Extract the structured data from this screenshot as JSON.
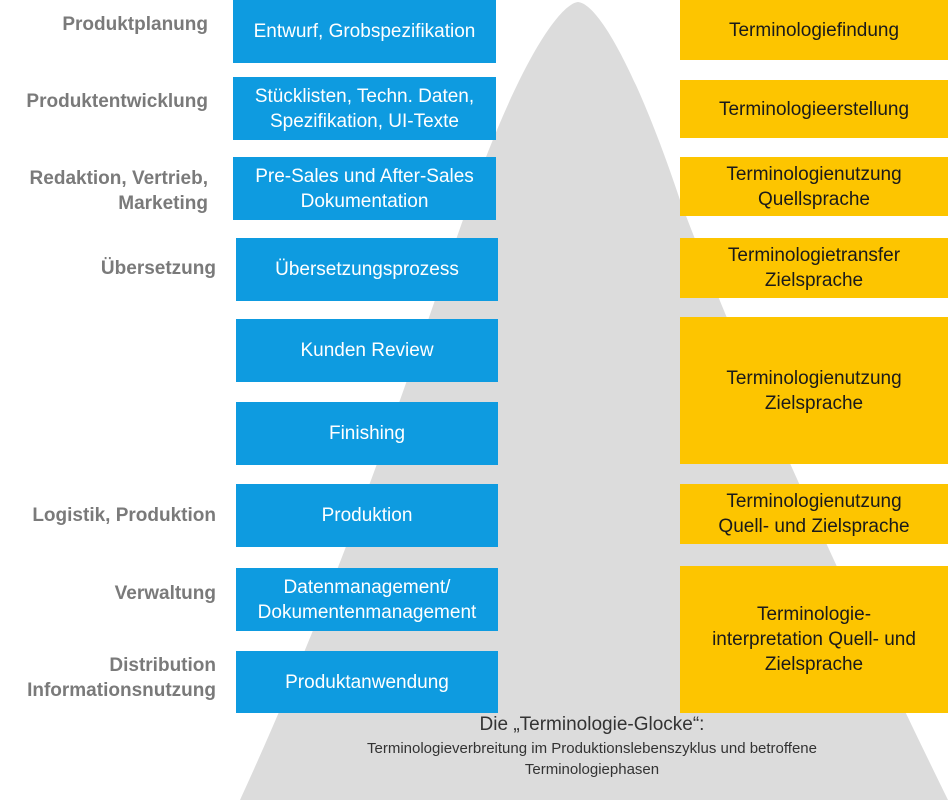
{
  "colors": {
    "blue": "#0e9be0",
    "yellow": "#fdc500",
    "bell": "#dcdcdc",
    "label": "#7a7a7a"
  },
  "phases": [
    "Produktplanung",
    "Produktentwicklung",
    "Redaktion, Vertrieb,\nMarketing",
    "Übersetzung",
    "Logistik, Produktion",
    "Verwaltung",
    "Distribution\nInformationsnutzung"
  ],
  "processes": [
    "Entwurf, Grobspezifikation",
    "Stücklisten, Techn. Daten,\nSpezifikation, UI-Texte",
    "Pre-Sales und After-Sales\nDokumentation",
    "Übersetzungsprozess",
    "Kunden Review",
    "Finishing",
    "Produktion",
    "Datenmanagement/\nDokumentenmanagement",
    "Produktanwendung"
  ],
  "terminology": [
    "Terminologiefindung",
    "Terminologieerstellung",
    "Terminologienutzung\nQuellsprache",
    "Terminologietransfer\nZielsprache",
    "Terminologienutzung\nZielsprache",
    "Terminologienutzung\nQuell- und Zielsprache",
    "Terminologie-\ninterpretation Quell- und\nZielsprache"
  ],
  "caption": {
    "title": "Die „Terminologie-Glocke“:",
    "subtitle": "Terminologieverbreitung im Produktionslebenszyklus und betroffene\nTerminologiephasen"
  }
}
